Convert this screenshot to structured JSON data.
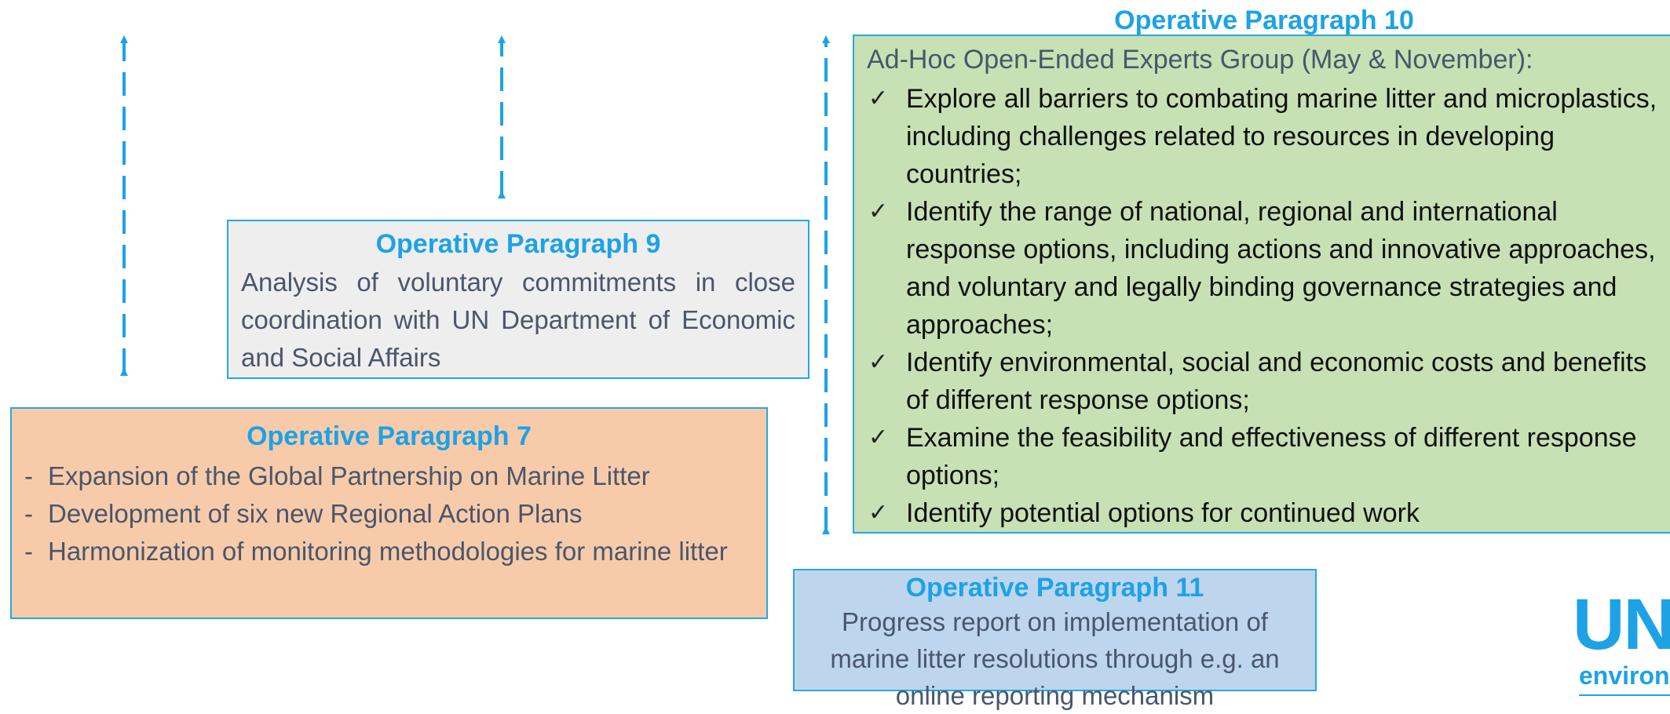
{
  "colors": {
    "accent": "#1da2e6",
    "op7_fill": "#f7cbaa",
    "op9_fill": "#eeeeee",
    "op10_fill": "#c7e1b5",
    "op11_fill": "#bdd6ee",
    "body_text": "#4a566b"
  },
  "op10": {
    "title": "Operative Paragraph 10",
    "intro": "Ad-Hoc Open-Ended Experts Group (May & November):",
    "items": [
      "Explore all barriers to combating marine litter and microplastics, including challenges related to resources in developing countries;",
      "Identify the range of national, regional and international response options, including actions and innovative approaches, and voluntary and legally binding governance strategies and approaches;",
      "Identify environmental, social and economic costs and benefits of different response options;",
      "Examine the feasibility and effectiveness of different response options;",
      "Identify potential options for continued work"
    ]
  },
  "op9": {
    "title": "Operative Paragraph 9",
    "body": "Analysis of voluntary commitments in close coordination with UN Department of Economic and Social Affairs"
  },
  "op7": {
    "title": "Operative Paragraph 7",
    "items": [
      "Expansion of the Global Partnership on Marine Litter",
      "Development of six new Regional Action Plans",
      "Harmonization of monitoring methodologies for marine litter"
    ]
  },
  "op11": {
    "title": "Operative Paragraph 11",
    "body": "Progress report on implementation of marine litter resolutions through e.g. an online reporting mechanism"
  },
  "logo": {
    "main": "UN",
    "sub": "environment"
  }
}
